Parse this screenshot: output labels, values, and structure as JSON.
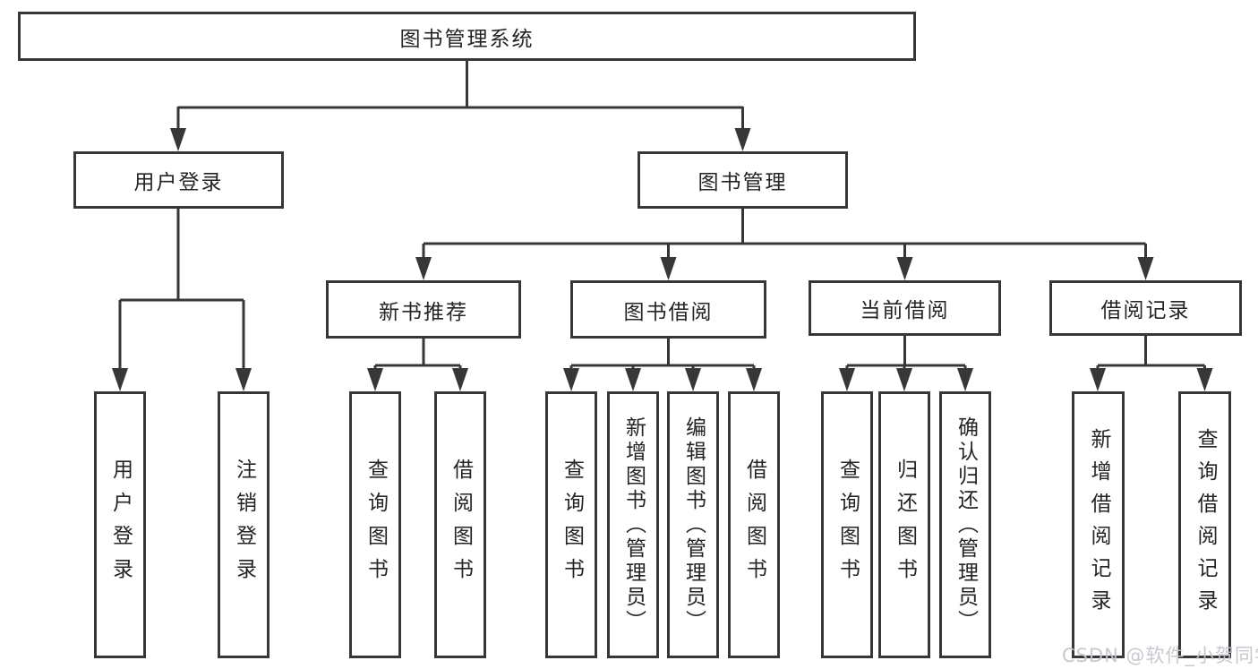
{
  "diagram": {
    "root": "图书管理系统",
    "level2": {
      "user_login": "用户登录",
      "book_mgmt": "图书管理"
    },
    "level3": {
      "new_books": "新书推荐",
      "borrowing": "图书借阅",
      "current": "当前借阅",
      "records": "借阅记录"
    },
    "leaves": {
      "login": "用户登录",
      "logout": "注销登录",
      "nb_query": "查询图书",
      "nb_borrow": "借阅图书",
      "bw_query": "查询图书",
      "bw_add": "新增图书（管理员）",
      "bw_edit": "编辑图书（管理员）",
      "bw_borrow": "借阅图书",
      "cur_query": "查询图书",
      "cur_return": "归还图书",
      "cur_confirm": "确认归还（管理员）",
      "rec_add": "新增借阅记录",
      "rec_query": "查询借阅记录"
    }
  },
  "watermark": "CSDN @软件_小贺同学",
  "colors": {
    "line": "#373737",
    "text": "#242424",
    "watermark": "#c4c7cd"
  }
}
